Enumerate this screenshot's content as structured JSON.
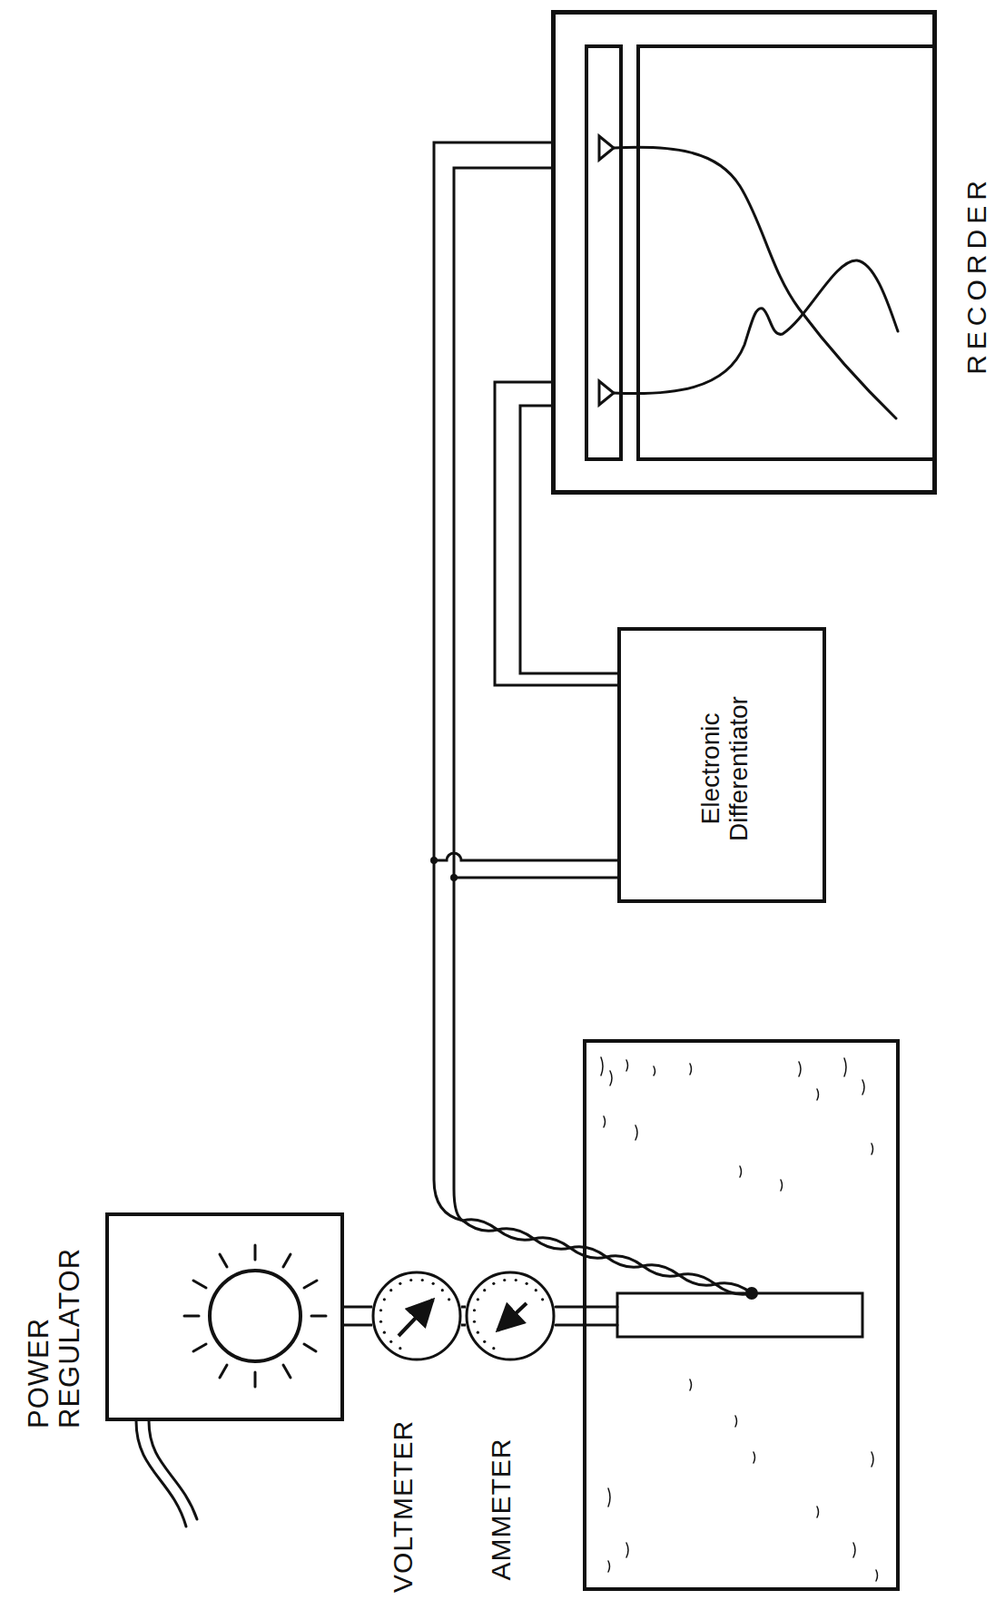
{
  "diagram": {
    "nodes": [
      {
        "text": [
          "POWER REGULATOR"
        ]
      },
      {
        "text": [
          "VOLTMETER"
        ]
      },
      {
        "text": [
          "AMMETER"
        ]
      },
      {
        "text": [
          "Electronic Differentiator"
        ]
      },
      {
        "text": [
          "RECORDER"
        ]
      }
    ],
    "edges": [
      {
        "from": 0,
        "to": 1,
        "arrow": "none"
      },
      {
        "from": 1,
        "to": 2,
        "arrow": "none"
      },
      {
        "from": 3,
        "to": 4,
        "arrow": "none"
      }
    ]
  }
}
